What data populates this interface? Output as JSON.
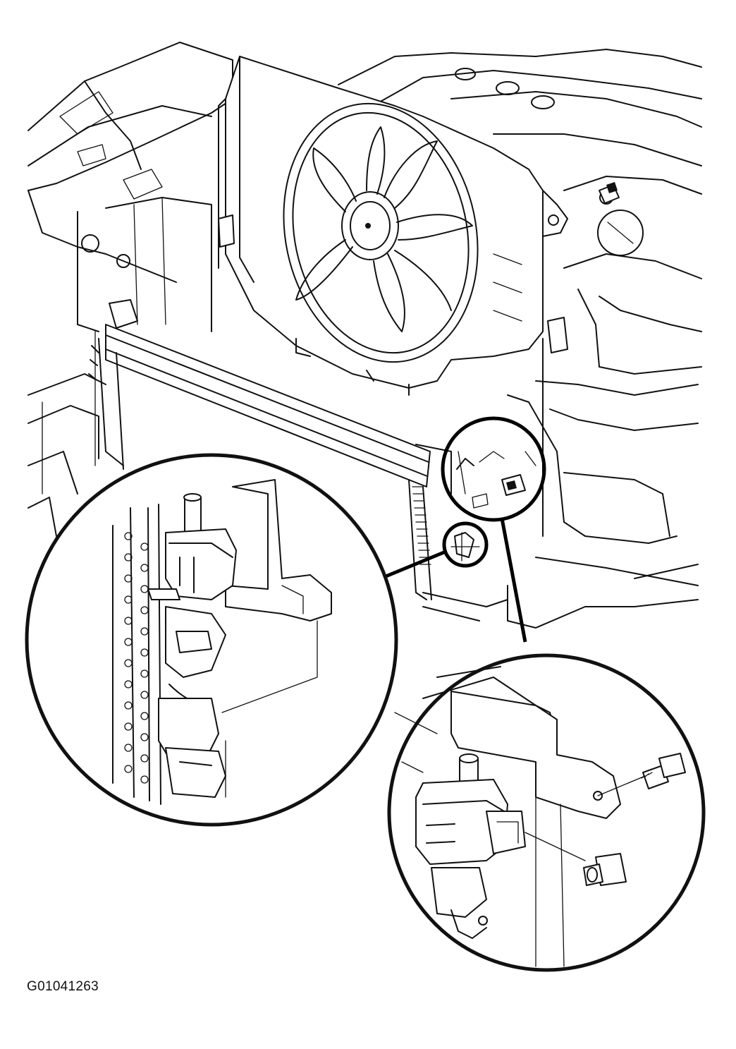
{
  "figure": {
    "code": "G01041263"
  },
  "components": {
    "cooling_fan": "fan-assembly",
    "radiator": "radiator",
    "pump": "auxiliary-water-pump",
    "bolt": "bolt",
    "nut": "nut"
  },
  "callouts": [
    {
      "id": "detail-left",
      "shows": "pump-installed-on-radiator"
    },
    {
      "id": "detail-right",
      "shows": "pump-bracket-with-bolt-and-nut"
    }
  ]
}
